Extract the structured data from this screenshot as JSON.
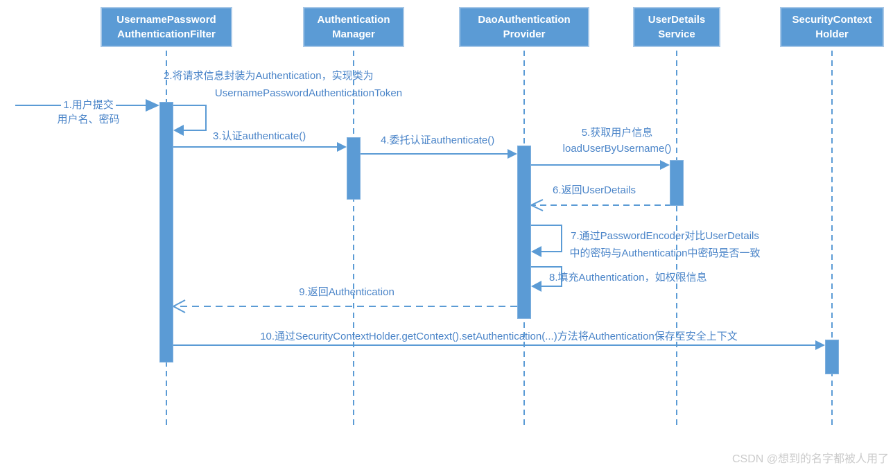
{
  "colors": {
    "shape_blue": "#5b9bd5",
    "box_border": "#a6c7e7",
    "label_blue": "#4a84c8",
    "watermark_gray": "#cbcbcb"
  },
  "actors": [
    {
      "line1": "UsernamePassword",
      "line2": "AuthenticationFilter"
    },
    {
      "line1": "Authentication",
      "line2": "Manager"
    },
    {
      "line1": "DaoAuthentication",
      "line2": "Provider"
    },
    {
      "line1": "UserDetails",
      "line2": "Service"
    },
    {
      "line1": "SecurityContext",
      "line2": "Holder"
    }
  ],
  "messages": {
    "m1": {
      "line1": "1.用户提交",
      "line2": "用户名、密码"
    },
    "m2": {
      "line1": "2.将请求信息封装为Authentication，实现类为",
      "line2": "UsernamePasswordAuthenticationToken"
    },
    "m3": {
      "text": "3.认证authenticate()"
    },
    "m4": {
      "text": "4.委托认证authenticate()"
    },
    "m5": {
      "line1": "5.获取用户信息",
      "line2": "loadUserByUsername()"
    },
    "m6": {
      "text": "6.返回UserDetails"
    },
    "m7": {
      "line1": "7.通过PasswordEncoder对比UserDetails",
      "line2": "中的密码与Authentication中密码是否一致"
    },
    "m8": {
      "text": "8.填充Authentication，如权限信息"
    },
    "m9": {
      "text": "9.返回Authentication"
    },
    "m10": {
      "text": "10.通过SecurityContextHolder.getContext().setAuthentication(...)方法将Authentication保存至安全上下文"
    }
  },
  "watermark": "CSDN @想到的名字都被人用了"
}
